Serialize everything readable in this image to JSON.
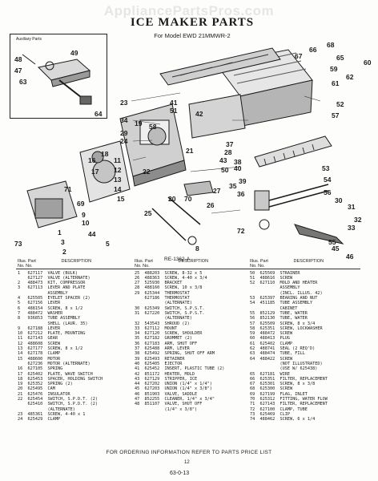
{
  "watermark": "AppliancePartsPros.com",
  "title": "ICE MAKER PARTS",
  "subtitle": "For Model EWD 21MMWR-2",
  "aux_label": "Auxiliary Parts",
  "ref_code": "RE-1362-A",
  "footer": "FOR ORDERING INFORMATION REFER TO PARTS PRICE LIST",
  "page_number": "12",
  "doc_number": "63-0-13",
  "callouts": [
    "68",
    "66",
    "67",
    "65",
    "60",
    "59",
    "62",
    "61",
    "48",
    "47",
    "49",
    "63",
    "64",
    "23",
    "41",
    "51",
    "34",
    "42",
    "19",
    "29",
    "58",
    "24",
    "52",
    "57",
    "37",
    "28",
    "38",
    "40",
    "21",
    "43",
    "18",
    "50",
    "11",
    "12",
    "13",
    "14",
    "15",
    "16",
    "17",
    "53",
    "54",
    "22",
    "70",
    "27",
    "20",
    "56",
    "26",
    "35",
    "36",
    "39",
    "30",
    "31",
    "32",
    "33",
    "25",
    "72",
    "55",
    "45",
    "46",
    "73",
    "44",
    "9",
    "10",
    "69",
    "71",
    "3",
    "2",
    "1",
    "5",
    "8"
  ],
  "table": {
    "headers": {
      "illus_label": "Illus.",
      "no_label": "No.",
      "part_label": "Part",
      "description_label": "DESCRIPTION"
    },
    "col1": [
      "1   627117  VALVE (BULK)",
      "    627127  VALVE (ALTERNATE)",
      "2   488473  KIT, COMPRESSOR",
      "3   627113  LEVER AND PLATE",
      "            ASSEMBLY",
      "4   625505  EYELET SPACER (2)",
      "5   627156  LEVER",
      "6   488154  SCREW, 8 x 1/2",
      "7   488472  WASHER",
      "8   936853  TUBE ASSEMBLY",
      "            SHELL (LAUR. 35)",
      "9   627188  LEVER",
      "10  627212  PLATE, MOUNTING",
      "11  627143  GEAR",
      "12  488608  SCREW",
      "13  627177  SCREW, 8 x 1/2",
      "14  627178  CLAMP",
      "15  488600  MOTOR",
      "    627236  MOTOR (ALTERNATE)",
      "16  627105  SPRING",
      "17  625402  PLATE, WAVE SWITCH",
      "18  625453  SPACER, HOLDING SWITCH",
      "19  625352  SPRING (2)",
      "20  625495  CAM",
      "21  625476  INSULATOR",
      "22  625454  SWITCH, S.P.D.T. (2)",
      "    625410  SWITCH, S.P.D.T. (2)",
      "            (ALTERNATE)",
      "23  485361  SCREW, 4-40 x 1",
      "24  625429  CLAMP"
    ],
    "col2": [
      "25  488203  SCREW, 8-32 x 5",
      "26  488363  SCREW, 4-40 x 3/4",
      "27  525930  BRACKET",
      "28  488160  SCREW, 10 x 3/8",
      "29  625344  THERMOSTAT",
      "    627186  THERMOSTAT",
      "            (ALTERNATE)",
      "30  625349  SWITCH, S.P.S.T.",
      "31  627220  SWITCH, S.P.S.T.",
      "            (ALTERNATE)",
      "32  543543  SHROUD (2)",
      "33  627112  MOUNT",
      "34  627120  SCREW, SHOULDER",
      "35  627182  GROMMET (2)",
      "36  627183  ARM, SHUT OFF",
      "37  625488  ARM, LEVER",
      "38  625492  SPRING, SHUT OFF ARM",
      "39  625493  RETAINER",
      "40  625405  EJECTOR",
      "41  625452  INSERT, PLASTIC TUBE (2)",
      "42  851172  HEATER, MOLD",
      "43  627129  STRIPPER, ICE",
      "44  627202  UNION (1/4\" x 1/4\")",
      "45  627203  UNION (1/4\" x 3/8\")",
      "46  851903  VALVE, SADDLE",
      "47  852255  CLEANER, 1/4\" x 3/4\"",
      "48  851107  VALVE, SHUT OFF",
      "            (1/4\" x 3/8\")"
    ],
    "col3": [
      "50  625569  STRAINER",
      "51  488616  SCREW",
      "52  627110  MOLD AND HEATER",
      "            ASSEMBLY",
      "            (INCL. ILLUS. 42)",
      "53  625397  BEARING AND NUT",
      "54  451185  TUBE ASSEMBLY",
      "            CABINET",
      "55  852129  TUBE, WATER",
      "56  852130  TUBE, WATER",
      "57  625509  SCREW, 8 x 3/4",
      "58  625351  SCREW, LOCKWASHER",
      "59  488472  SCREW",
      "60  488413  PLUG",
      "61  625402  CLAMP",
      "62  488741  SEAL (2 REQ'D)",
      "63  488474  TUBE, FILL",
      "64  488422  SCREW",
      "            (NOT ILLUSTRATED)",
      "            (USE W/ 625438)",
      "65  627181  WIRE",
      "66  625351  FILTER, REPLACEMENT",
      "67  625301  SCREW, 8 x 3/8",
      "68  625300  SCREW",
      "69  627199  FLAG, INLET",
      "70  625312  FITTING, WATER FLOW",
      "71  627143  FILTER, REPLACEMENT",
      "72  627100  CLAMP, TUBE",
      "73  625469  CLIP",
      "74  488462  SCREW, 6 x 1/4"
    ]
  }
}
